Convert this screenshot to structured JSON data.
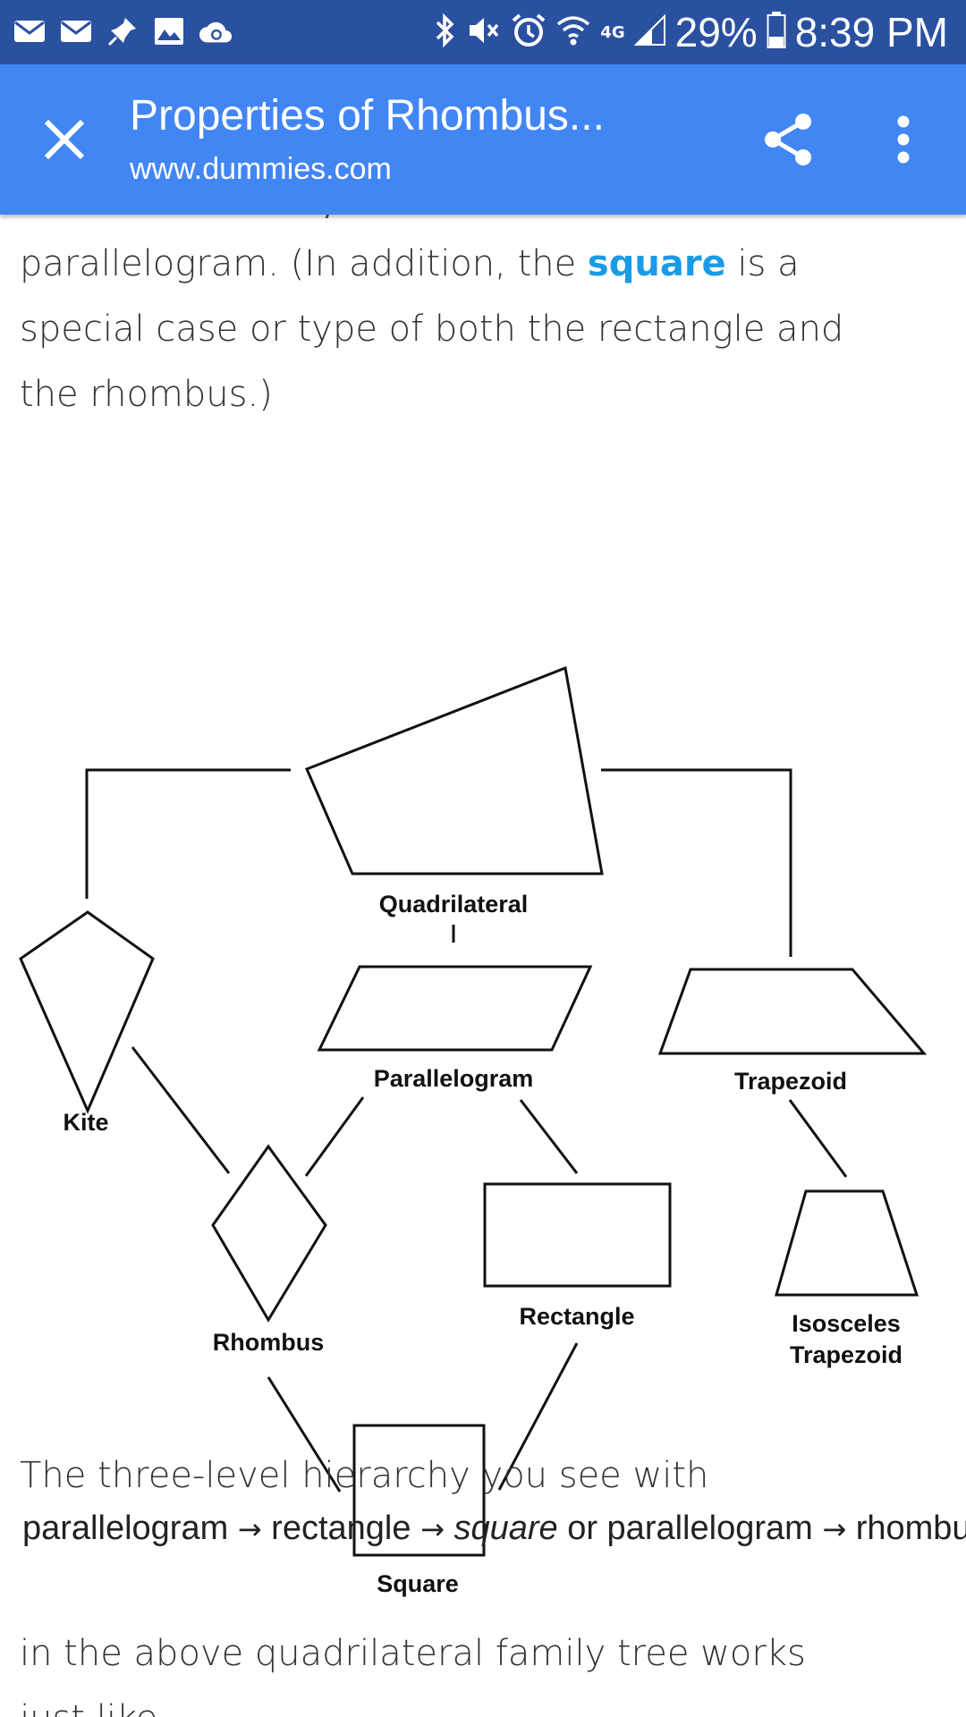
{
  "status_bar": {
    "notification_icons": [
      "mail-icon",
      "gmail-icon",
      "pin-icon",
      "gallery-icon",
      "cloud-sync-icon"
    ],
    "system_icons": [
      "bluetooth-icon",
      "mute-icon",
      "alarm-icon",
      "wifi-icon",
      "signal-icon",
      "battery-icon"
    ],
    "network_label": "4G",
    "battery": "29%",
    "time": "8:39 PM"
  },
  "toolbar": {
    "title": "Properties of Rhombus...",
    "url": "www.dummies.com",
    "background": "#4286f4"
  },
  "article": {
    "para1_line1_prefix": "parallelogram. (In addition, the ",
    "para1_link": "square",
    "para1_line1_suffix": " is a",
    "para1_line2": "special case or type of both the rectangle and",
    "para1_line3": "the rhombus.)",
    "para2_line1": "The three-level hierarchy you see with",
    "formula_parts": {
      "w1": "parallelogram",
      "arrow": "→",
      "w2": "rectangle",
      "w3": "square",
      "w4": " or ",
      "w5": "parallelogram",
      "w6": "rhombus"
    },
    "para3_line1": "in the above quadrilateral family tree works",
    "para3_line2": "just like",
    "link_color": "#1a9be8"
  },
  "diagram": {
    "labels": {
      "quadrilateral": "Quadrilateral",
      "parallelogram": "Parallelogram",
      "trapezoid": "Trapezoid",
      "kite": "Kite",
      "rhombus": "Rhombus",
      "rectangle": "Rectangle",
      "isosceles_1": "Isosceles",
      "isosceles_2": "Trapezoid",
      "square": "Square"
    }
  }
}
